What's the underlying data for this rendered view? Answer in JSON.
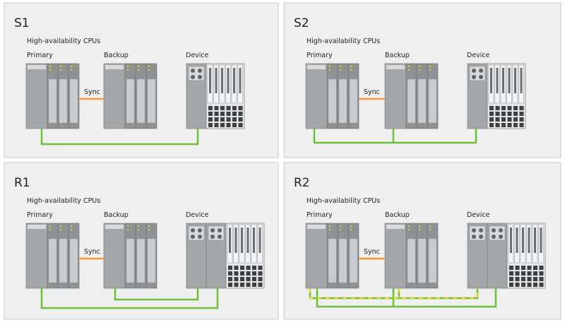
{
  "panels": [
    {
      "id": "S1",
      "title": "S1",
      "subtitle": "High-availability CPUs",
      "labels": {
        "primary": "Primary",
        "backup": "Backup",
        "device": "Device"
      },
      "sync_label": "Sync",
      "device_heads": 1,
      "network": "single",
      "sync_color": "#f39a3d",
      "net_color": "#6cc235"
    },
    {
      "id": "S2",
      "title": "S2",
      "subtitle": "High-availability CPUs",
      "labels": {
        "primary": "Primary",
        "backup": "Backup",
        "device": "Device"
      },
      "sync_label": "Sync",
      "device_heads": 1,
      "network": "switched",
      "sync_color": "#f39a3d",
      "net_color": "#6cc235"
    },
    {
      "id": "R1",
      "title": "R1",
      "subtitle": "High-availability CPUs",
      "labels": {
        "primary": "Primary",
        "backup": "Backup",
        "device": "Device"
      },
      "sync_label": "Sync",
      "device_heads": 2,
      "network": "dual",
      "sync_color": "#f39a3d",
      "net_color": "#6cc235"
    },
    {
      "id": "R2",
      "title": "R2",
      "subtitle": "High-availability CPUs",
      "labels": {
        "primary": "Primary",
        "backup": "Backup",
        "device": "Device"
      },
      "sync_label": "Sync",
      "device_heads": 2,
      "network": "redundant",
      "sync_color": "#f39a3d",
      "net_color": "#6cc235",
      "alt_net_color": "#e8d22a"
    }
  ]
}
